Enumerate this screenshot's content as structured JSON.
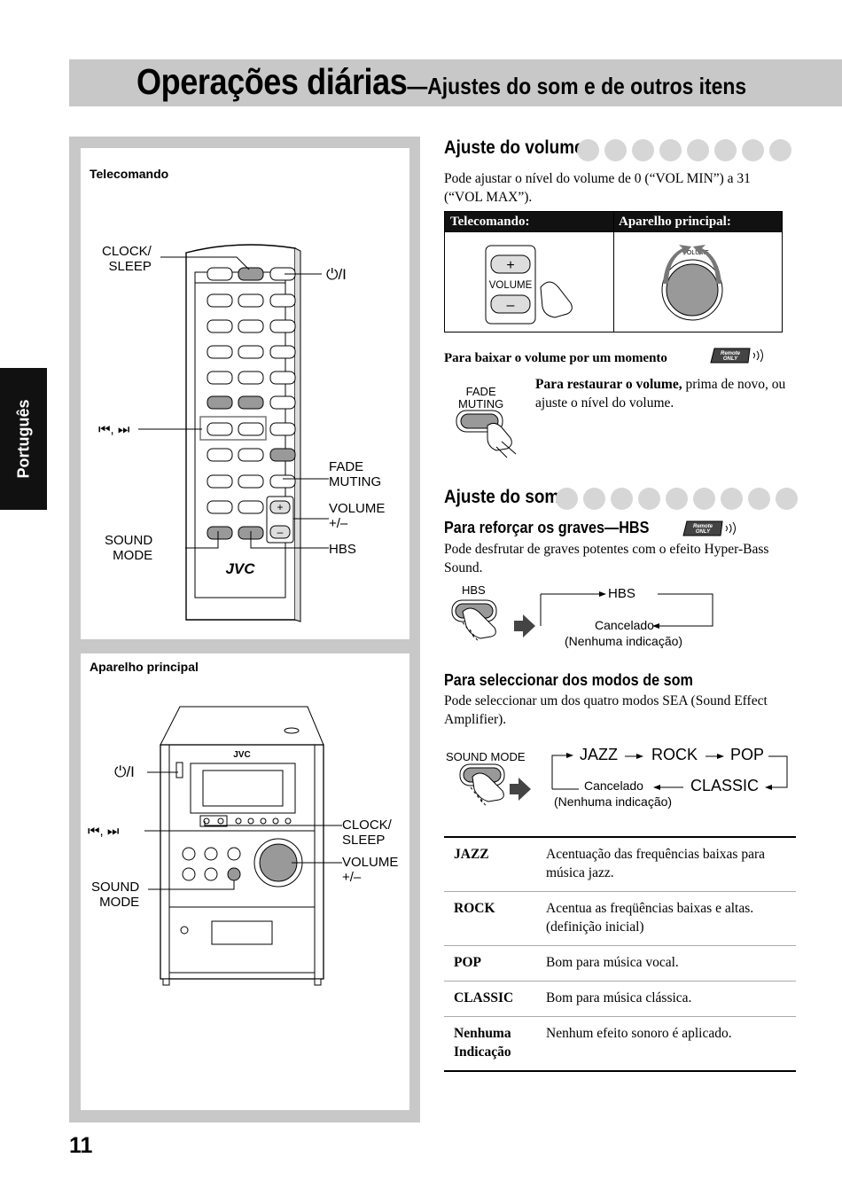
{
  "header": {
    "title_main": "Operações diárias",
    "title_sub": "—Ajustes do som e de outros itens"
  },
  "side_tab": "Português",
  "page_number": "11",
  "remote_box": {
    "title": "Telecomando",
    "labels": {
      "clock_sleep": "CLOCK/\nSLEEP",
      "power": "⏻/I",
      "skip": "⏮, ⏭",
      "fade_muting": "FADE\nMUTING",
      "volume": "VOLUME\n+/–",
      "sound_mode": "SOUND\nMODE",
      "hbs": "HBS"
    },
    "brand": "JVC"
  },
  "unit_box": {
    "title": "Aparelho principal",
    "labels": {
      "power": "⏻/I",
      "skip": "⏮, ⏭",
      "sound_mode": "SOUND\nMODE",
      "clock_sleep": "CLOCK/\nSLEEP",
      "volume": "VOLUME\n+/–"
    },
    "brand": "JVC"
  },
  "volume_section": {
    "heading": "Ajuste do volume",
    "text": "Pode ajustar o nível do volume de 0 (“VOL MIN”) a 31 (“VOL MAX”).",
    "table_headers": [
      "Telecomando:",
      "Aparelho principal:"
    ],
    "remote_volume_label": "VOLUME",
    "knob_label": "VOLUME",
    "mute_heading": "Para baixar o volume por um momento",
    "mute_button_label": "FADE\nMUTING",
    "restore_bold": "Para restaurar o volume,",
    "restore_text": " prima de novo, ou ajuste o nível do volume.",
    "badge": "Remote\nONLY"
  },
  "sound_section": {
    "heading": "Ajuste do som",
    "hbs_heading": "Para reforçar os graves—HBS",
    "hbs_text": "Pode desfrutar de graves potentes com o efeito Hyper-Bass Sound.",
    "hbs_button_label": "HBS",
    "hbs_on": "HBS",
    "hbs_off": "Cancelado",
    "hbs_off_note": "(Nenhuma indicação)",
    "mode_heading": "Para seleccionar dos modos de som",
    "mode_text": "Pode seleccionar um dos quatro modos SEA (Sound Effect Amplifier).",
    "mode_button_label": "SOUND MODE",
    "cycle": [
      "JAZZ",
      "ROCK",
      "POP",
      "CLASSIC"
    ],
    "cycle_off": "Cancelado",
    "cycle_off_note": "(Nenhuma indicação)",
    "modes_table": [
      {
        "k": "JAZZ",
        "v": "Acentuação das frequências baixas para música jazz."
      },
      {
        "k": "ROCK",
        "v": "Acentua as freqüências baixas e altas. (definição inicial)"
      },
      {
        "k": "POP",
        "v": "Bom para música vocal."
      },
      {
        "k": "CLASSIC",
        "v": "Bom para música clássica."
      },
      {
        "k": "Nenhuma Indicação",
        "v": "Nenhum efeito sonoro é aplicado."
      }
    ]
  }
}
